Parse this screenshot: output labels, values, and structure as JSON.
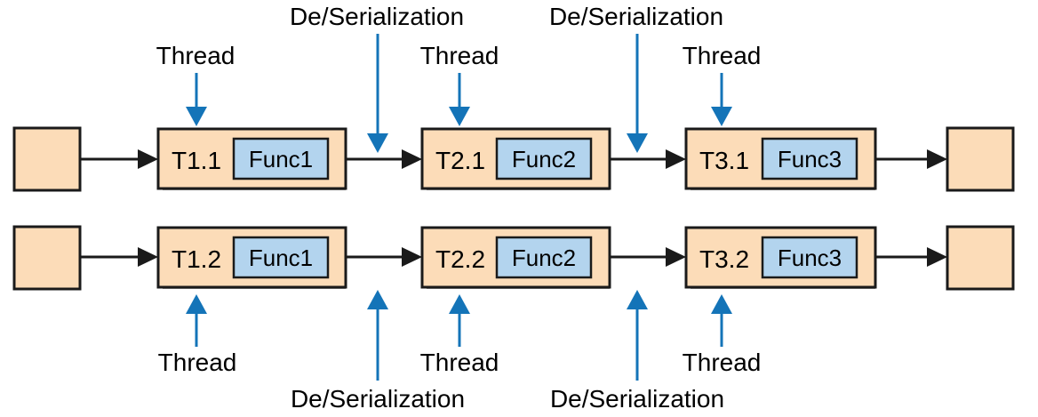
{
  "colors": {
    "task_fill": "#fcdcb8",
    "func_fill": "#b3d4ee",
    "blue_arrow": "#1474b8",
    "edge": "#1a1a1a"
  },
  "labels": {
    "thread": "Thread",
    "serialization": "De/Serialization"
  },
  "pipelines": [
    {
      "tasks": [
        {
          "id": "T1.1",
          "func": "Func1"
        },
        {
          "id": "T2.1",
          "func": "Func2"
        },
        {
          "id": "T3.1",
          "func": "Func3"
        }
      ]
    },
    {
      "tasks": [
        {
          "id": "T1.2",
          "func": "Func1"
        },
        {
          "id": "T2.2",
          "func": "Func2"
        },
        {
          "id": "T3.2",
          "func": "Func3"
        }
      ]
    }
  ]
}
